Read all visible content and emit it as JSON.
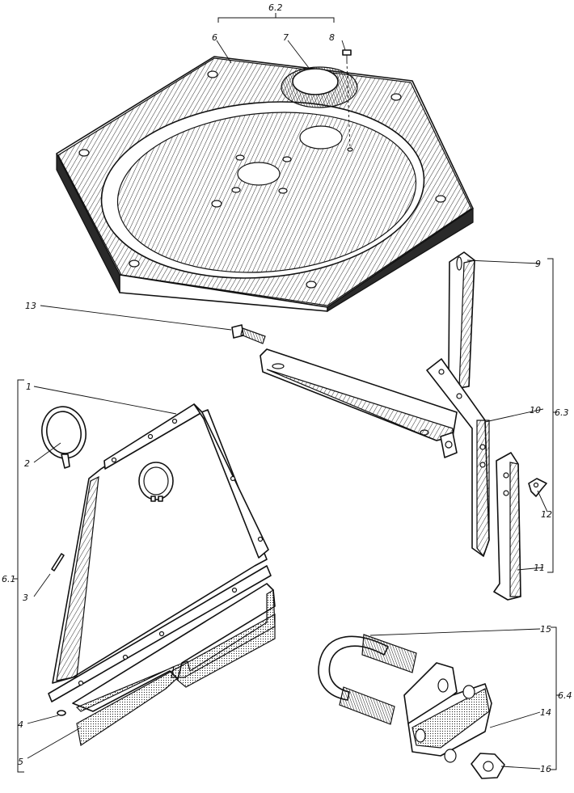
{
  "callouts": {
    "n1": "1",
    "n2": "2",
    "n3": "3",
    "n4": "4",
    "n5": "5",
    "n6": "6",
    "n7": "7",
    "n8": "8",
    "n9": "9",
    "n10": "10",
    "n11": "11",
    "n12": "12",
    "n13": "13",
    "n14": "14",
    "n15": "15",
    "n16": "16"
  },
  "groups": {
    "g61": "6.1",
    "g62": "6.2",
    "g63": "6.3",
    "g64": "6.4"
  }
}
